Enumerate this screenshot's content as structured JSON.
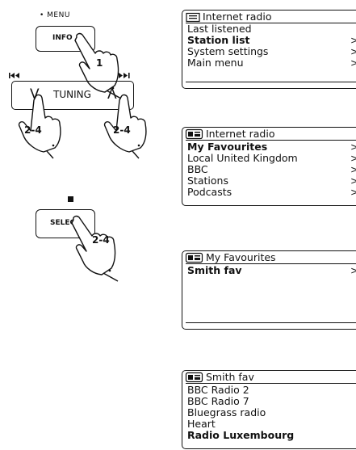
{
  "controls": {
    "menu_label": "• MENU",
    "info_label": "INFO",
    "info_step": "1",
    "tuning_label": "TUNING",
    "tuning_left": "V",
    "tuning_right": "Λ",
    "prev_icon": "skip-back-icon",
    "next_icon": "skip-forward-icon",
    "tuning_steps": [
      "2-4",
      "2-4"
    ],
    "stop_icon": "stop-icon",
    "select_label": "SELECT",
    "select_step": "2-4"
  },
  "screens": [
    {
      "title": "Internet radio",
      "title_icon": "screen-icon",
      "rows": [
        {
          "label": "Last listened",
          "chevron": "",
          "selected": false
        },
        {
          "label": "Station list",
          "chevron": ">",
          "selected": true
        },
        {
          "label": "System settings",
          "chevron": ">",
          "selected": false
        },
        {
          "label": "Main menu",
          "chevron": ">",
          "selected": false
        }
      ]
    },
    {
      "title": "Internet radio",
      "title_icon": "radio-icon",
      "rows": [
        {
          "label": "My Favourites",
          "chevron": ">",
          "selected": true
        },
        {
          "label": "Local United Kingdom",
          "chevron": ">",
          "selected": false
        },
        {
          "label": "BBC",
          "chevron": ">",
          "selected": false
        },
        {
          "label": "Stations",
          "chevron": ">",
          "selected": false
        },
        {
          "label": "Podcasts",
          "chevron": ">",
          "selected": false
        }
      ]
    },
    {
      "title": "My Favourites",
      "title_icon": "radio-icon",
      "rows": [
        {
          "label": "Smith fav",
          "chevron": ">",
          "selected": true
        }
      ]
    },
    {
      "title": "Smith fav",
      "title_icon": "radio-icon",
      "rows": [
        {
          "label": "BBC Radio 2",
          "chevron": "",
          "selected": false
        },
        {
          "label": "BBC Radio 7",
          "chevron": "",
          "selected": false
        },
        {
          "label": "Bluegrass radio",
          "chevron": "",
          "selected": false
        },
        {
          "label": "Heart",
          "chevron": "",
          "selected": false
        },
        {
          "label": "Radio Luxembourg",
          "chevron": "",
          "selected": true
        }
      ]
    }
  ]
}
